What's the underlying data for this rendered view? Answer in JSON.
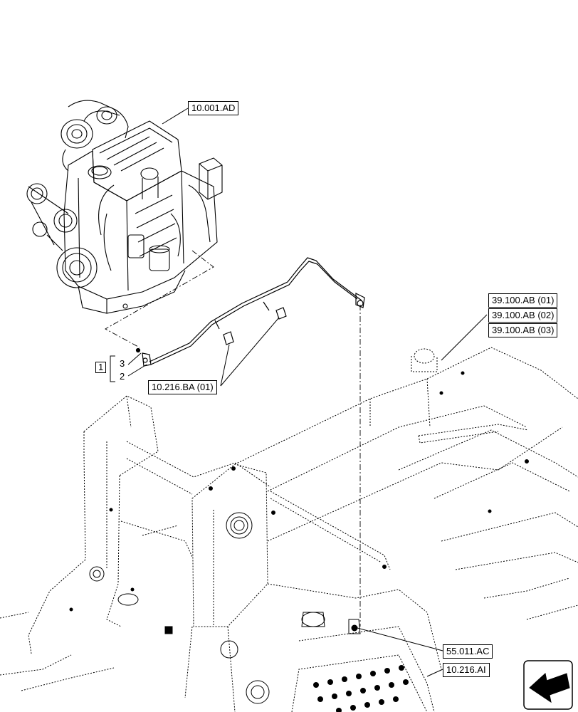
{
  "references": {
    "engine": "10.001.AD",
    "cab_group_1": "39.100.AB (01)",
    "cab_group_2": "39.100.AB (02)",
    "cab_group_3": "39.100.AB (03)",
    "pipe_clip": "10.216.BA (01)",
    "sensor": "55.011.AC",
    "tank": "10.216.AI"
  },
  "callouts": {
    "group": "1",
    "item_3": "3",
    "item_2": "2"
  },
  "icons": {
    "view_direction": "arrow-icon"
  }
}
